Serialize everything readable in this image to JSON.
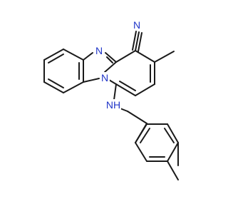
{
  "atoms": {
    "nitrile_n": "N",
    "imidazole_n": "N",
    "bridge_n": "N",
    "amine": "NH"
  },
  "colors": {
    "bond": "#1a1a1a",
    "nitrogen": "#1f35c8"
  }
}
